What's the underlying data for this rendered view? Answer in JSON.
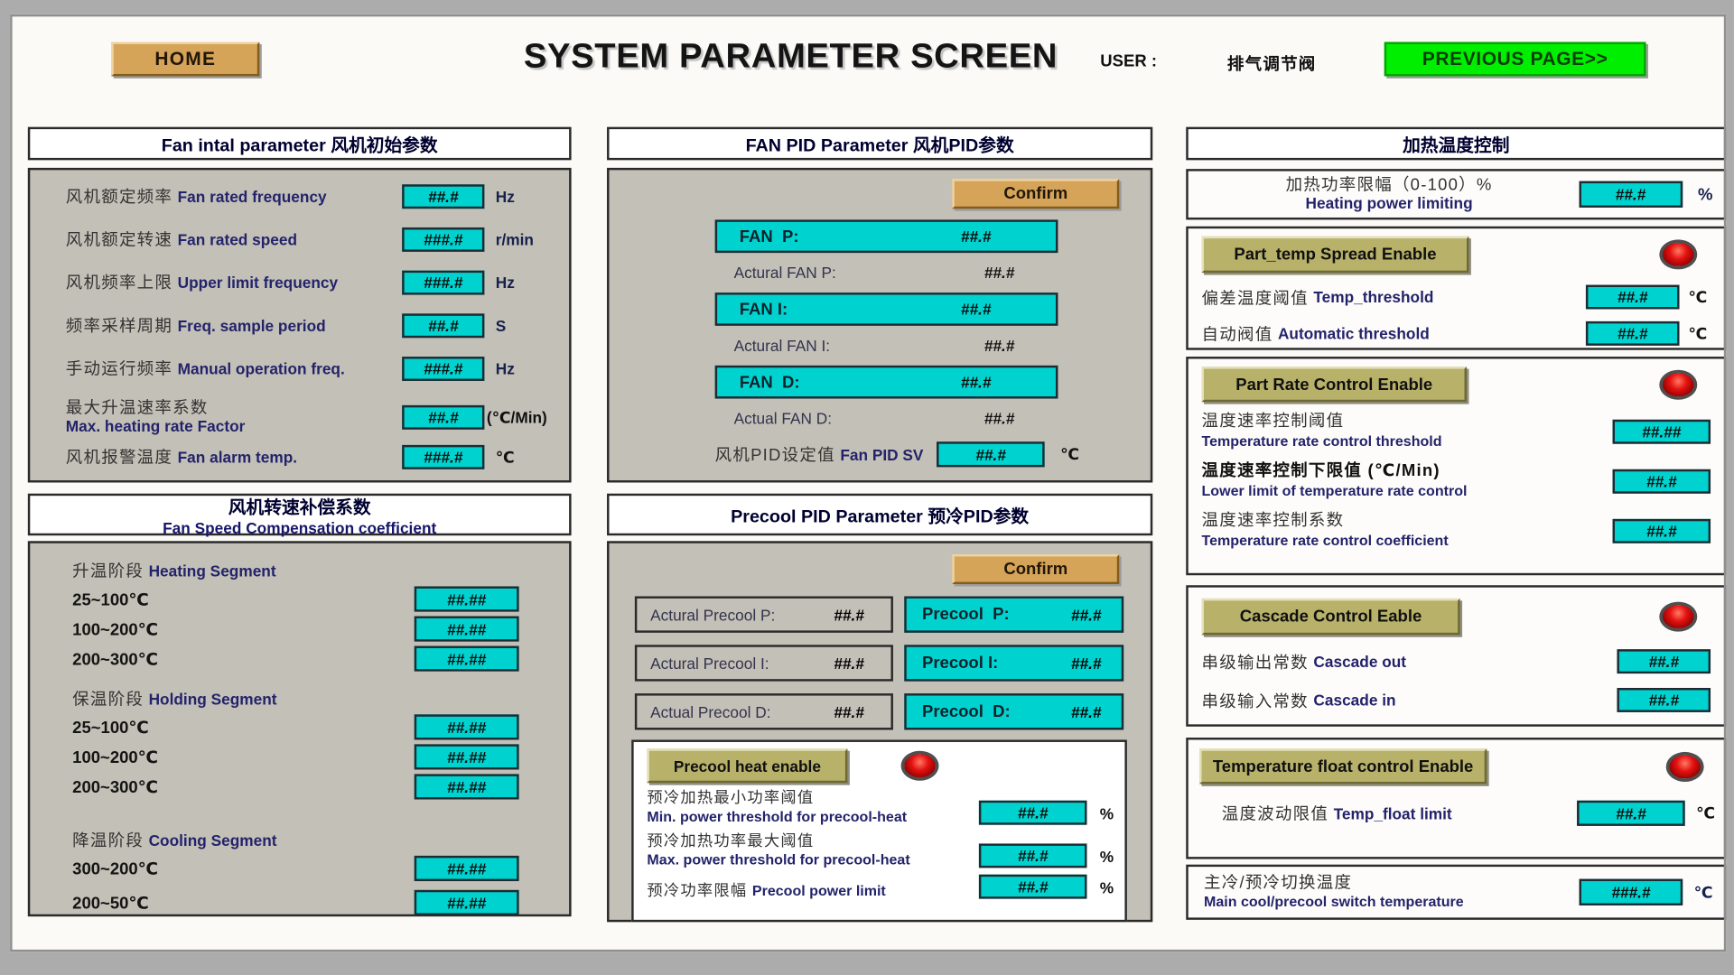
{
  "colors": {
    "value_box": "#00d3cf",
    "panel": "#c3c0b7",
    "confirm_button": "#d5a459",
    "enable_button": "#b7b169",
    "previous_button": "#00ef00",
    "led_indicator": "#cc0000"
  },
  "header": {
    "home_label": "HOME",
    "title": "SYSTEM PARAMETER SCREEN",
    "user_label": "USER :",
    "user_value": "排气调节阀",
    "previous_label": "PREVIOUS PAGE>>"
  },
  "fan_initial": {
    "title": "Fan intal parameter 风机初始参数",
    "rows": [
      {
        "label_zh": "风机额定频率",
        "label_en": "Fan rated frequency",
        "value": "##.#",
        "unit": "Hz"
      },
      {
        "label_zh": "风机额定转速",
        "label_en": "Fan rated speed",
        "value": "###.#",
        "unit": "r/min"
      },
      {
        "label_zh": "风机频率上限",
        "label_en": "Upper limit frequency",
        "value": "###.#",
        "unit": "Hz"
      },
      {
        "label_zh": "频率采样周期",
        "label_en": "Freq. sample period",
        "value": "##.#",
        "unit": "S"
      },
      {
        "label_zh": "手动运行频率",
        "label_en": "Manual operation freq.",
        "value": "###.#",
        "unit": "Hz"
      },
      {
        "label_zh": "最大升温速率系数",
        "label_en": "Max. heating rate Factor",
        "value": "##.#",
        "unit": "(℃/Min)"
      },
      {
        "label_zh": "风机报警温度",
        "label_en": "Fan alarm temp.",
        "value": "###.#",
        "unit": "℃"
      }
    ]
  },
  "fan_speed_comp": {
    "title_zh": "风机转速补偿系数",
    "title_en": "Fan Speed Compensation coefficient",
    "segments": [
      {
        "label_zh": "升温阶段",
        "label_en": "Heating Segment",
        "rows": [
          {
            "range": "25~100℃",
            "value": "##.##"
          },
          {
            "range": "100~200℃",
            "value": "##.##"
          },
          {
            "range": "200~300℃",
            "value": "##.##"
          }
        ]
      },
      {
        "label_zh": "保温阶段",
        "label_en": "Holding Segment",
        "rows": [
          {
            "range": "25~100℃",
            "value": "##.##"
          },
          {
            "range": "100~200℃",
            "value": "##.##"
          },
          {
            "range": "200~300℃",
            "value": "##.##"
          }
        ]
      },
      {
        "label_zh": "降温阶段",
        "label_en": "Cooling Segment",
        "rows": [
          {
            "range": "300~200℃",
            "value": "##.##"
          },
          {
            "range": "200~50℃",
            "value": "##.##"
          }
        ]
      }
    ]
  },
  "fan_pid": {
    "title": "FAN PID Parameter 风机PID参数",
    "confirm_label": "Confirm",
    "rows": [
      {
        "set_label": "FAN  P:",
        "set_value": "##.#",
        "actual_label": "Actural FAN P:",
        "actual_value": "##.#"
      },
      {
        "set_label": "FAN I:",
        "set_value": "##.#",
        "actual_label": "Actural FAN I:",
        "actual_value": "##.#"
      },
      {
        "set_label": "FAN  D:",
        "set_value": "##.#",
        "actual_label": "Actual FAN D:",
        "actual_value": "##.#"
      }
    ],
    "sv_label_zh": "风机PID设定值",
    "sv_label_en": "Fan PID SV",
    "sv_value": "##.#",
    "sv_unit": "℃"
  },
  "precool_pid": {
    "title": "Precool PID Parameter 预冷PID参数",
    "confirm_label": "Confirm",
    "rows": [
      {
        "actual_label": "Actural Precool P:",
        "actual_value": "##.#",
        "set_label": "Precool  P:",
        "set_value": "##.#"
      },
      {
        "actual_label": "Actural Precool I:",
        "actual_value": "##.#",
        "set_label": "Precool I:",
        "set_value": "##.#"
      },
      {
        "actual_label": "Actual Precool D:",
        "actual_value": "##.#",
        "set_label": "Precool  D:",
        "set_value": "##.#"
      }
    ],
    "heat_enable_label": "Precool heat enable",
    "heat_rows": [
      {
        "label_zh": "预冷加热最小功率阈值",
        "label_en": "Min. power threshold for precool-heat",
        "value": "##.#",
        "unit": "%"
      },
      {
        "label_zh": "预冷加热功率最大阈值",
        "label_en": "Max. power threshold for precool-heat",
        "value": "##.#",
        "unit": "%"
      },
      {
        "label_zh": "预冷功率限幅",
        "label_en": "Precool power limit",
        "value": "##.#",
        "unit": "%"
      }
    ]
  },
  "heating_control": {
    "title": "加热温度控制",
    "power_limit": {
      "label_zh": "加热功率限幅（0-100）%",
      "label_en": "Heating power limiting",
      "value": "##.#",
      "unit": "%"
    },
    "part_temp_spread": {
      "button_label": "Part_temp Spread Enable",
      "rows": [
        {
          "label_zh": "偏差温度阈值",
          "label_en": "Temp_threshold",
          "value": "##.#",
          "unit": "℃"
        },
        {
          "label_zh": "自动阀值",
          "label_en": "Automatic threshold",
          "value": "##.#",
          "unit": "℃"
        }
      ]
    },
    "part_rate": {
      "button_label": "Part Rate Control Enable",
      "rows": [
        {
          "label_zh": "温度速率控制阈值",
          "label_en": "Temperature rate control threshold",
          "value": "##.##"
        },
        {
          "label_zh": "温度速率控制下限值 (℃/Min)",
          "label_en": "Lower limit of temperature rate control",
          "value": "##.#"
        },
        {
          "label_zh": "温度速率控制系数",
          "label_en": "Temperature rate control coefficient",
          "value": "##.#"
        }
      ]
    },
    "cascade": {
      "button_label": "Cascade Control Eable",
      "rows": [
        {
          "label_zh": "串级输出常数",
          "label_en": "Cascade out",
          "value": "##.#"
        },
        {
          "label_zh": "串级输入常数",
          "label_en": "Cascade in",
          "value": "##.#"
        }
      ]
    },
    "temp_float": {
      "button_label": "Temperature float control Enable",
      "row": {
        "label_zh": "温度波动限值",
        "label_en": "Temp_float limit",
        "value": "##.#",
        "unit": "℃"
      }
    },
    "switch_temp": {
      "label_zh": "主冷/预冷切换温度",
      "label_en": "Main cool/precool switch temperature",
      "value": "###.#",
      "unit": "℃"
    }
  }
}
